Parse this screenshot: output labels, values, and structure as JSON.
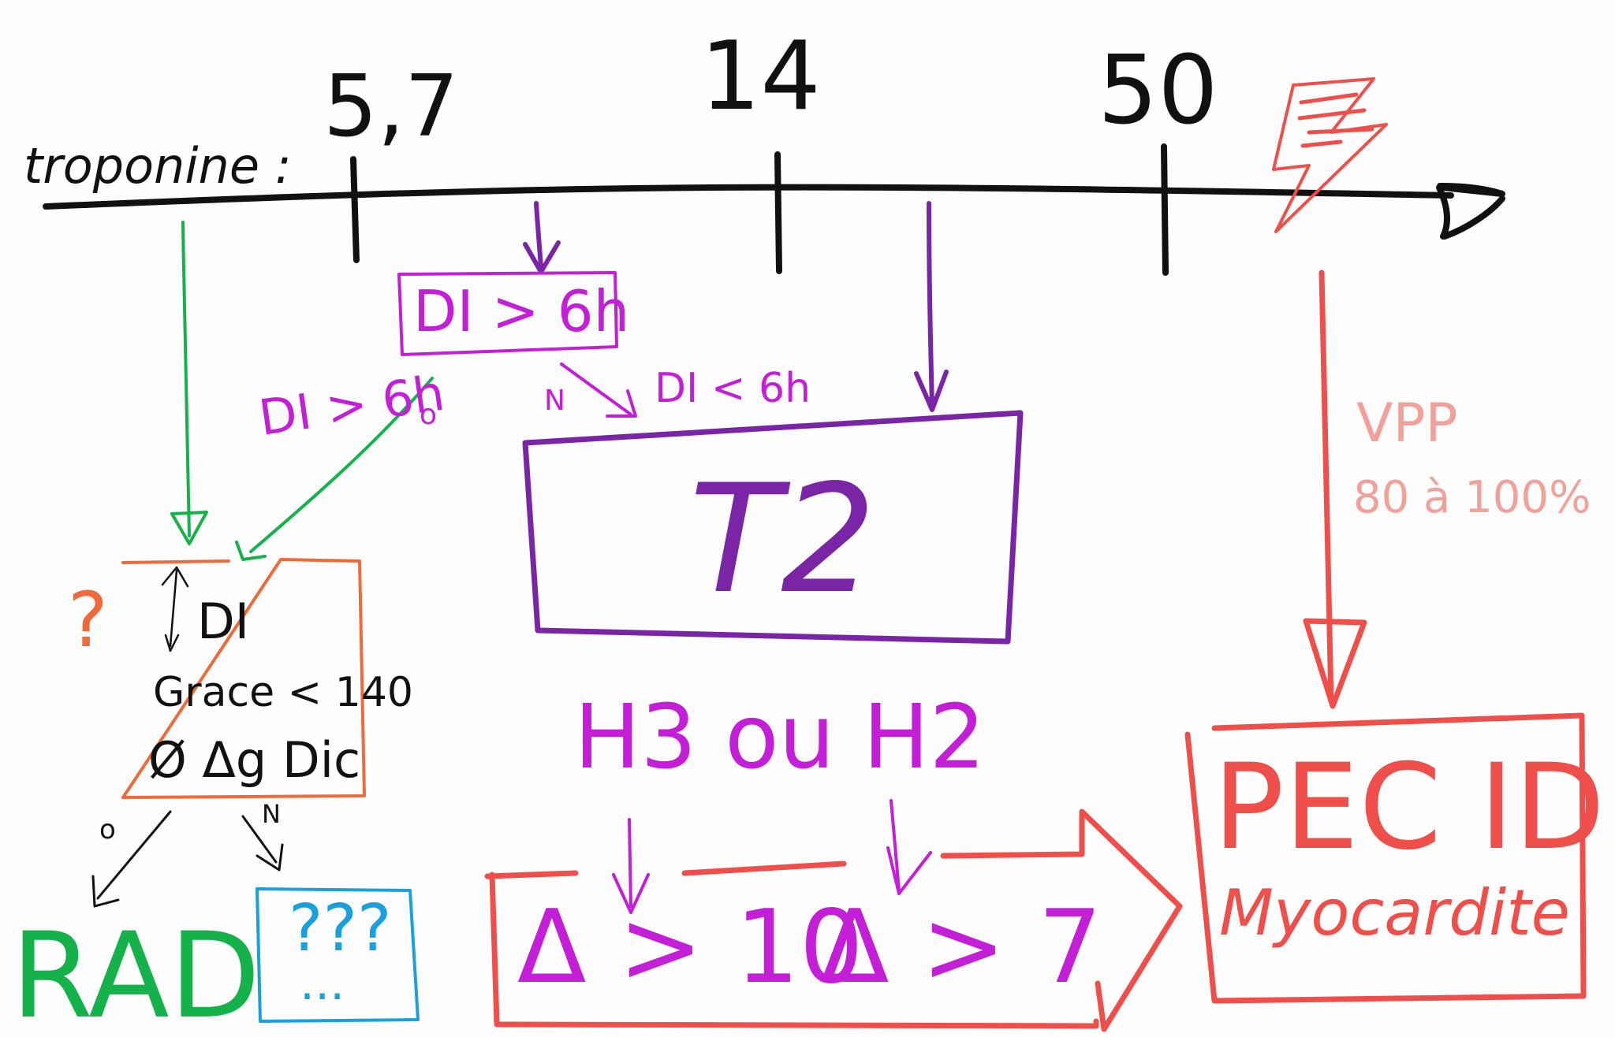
{
  "colors": {
    "black": "#111111",
    "green": "#15b14a",
    "purple": "#7a25a6",
    "magenta": "#c21fd6",
    "orange": "#ee6a3a",
    "blue": "#1aa0dd",
    "red": "#ef4f4a",
    "pink": "#f2a09a"
  },
  "timeline": {
    "label": "troponine :",
    "ticks": [
      "5,7",
      "14",
      "50"
    ],
    "alert_icon": "lightning-icon"
  },
  "delay_box": {
    "label": "DI > 6h"
  },
  "branches": {
    "left_label": "DI > 6h",
    "left_answer": "o",
    "right_answer": "N",
    "right_label": "DI < 6h"
  },
  "t2_box": {
    "label": "T2"
  },
  "question_box": {
    "side_mark": "?",
    "lines": [
      "DI",
      "Grace < 140",
      "Ø Δg Dic"
    ]
  },
  "question_branches": {
    "left_answer": "o",
    "right_answer": "N"
  },
  "rad": {
    "label": "RAD"
  },
  "unknown_box": {
    "line1": "???",
    "line2": "..."
  },
  "h3h2": {
    "label": "H3 ou H2"
  },
  "delta_box": {
    "left": "Δ > 10",
    "right": "Δ > 7"
  },
  "vpp": {
    "line1": "VPP",
    "line2": "80 à 100%"
  },
  "pec_box": {
    "title": "PEC IDM",
    "subtitle": "Myocardite"
  }
}
